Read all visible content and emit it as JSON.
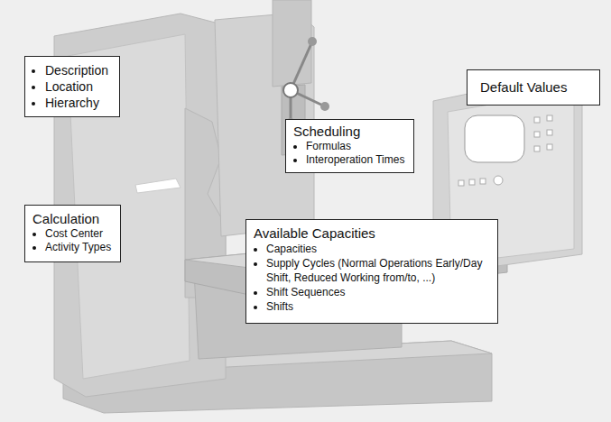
{
  "diagram": {
    "nodes": [
      {
        "text": [
          "Description",
          "Location",
          "Hierarchy"
        ]
      },
      {
        "text": [
          "Default Values"
        ]
      },
      {
        "text": [
          "Scheduling",
          "Formulas",
          "Interoperation Times"
        ]
      },
      {
        "text": [
          "Calculation",
          "Cost Center",
          "Activity Types"
        ]
      },
      {
        "text": [
          "Available Capacities",
          "Capacities",
          "Supply Cycles (Normal Operations Early/Day Shift, Reduced Working from/to, ...)",
          "Shift Sequences",
          "Shifts"
        ]
      }
    ]
  }
}
